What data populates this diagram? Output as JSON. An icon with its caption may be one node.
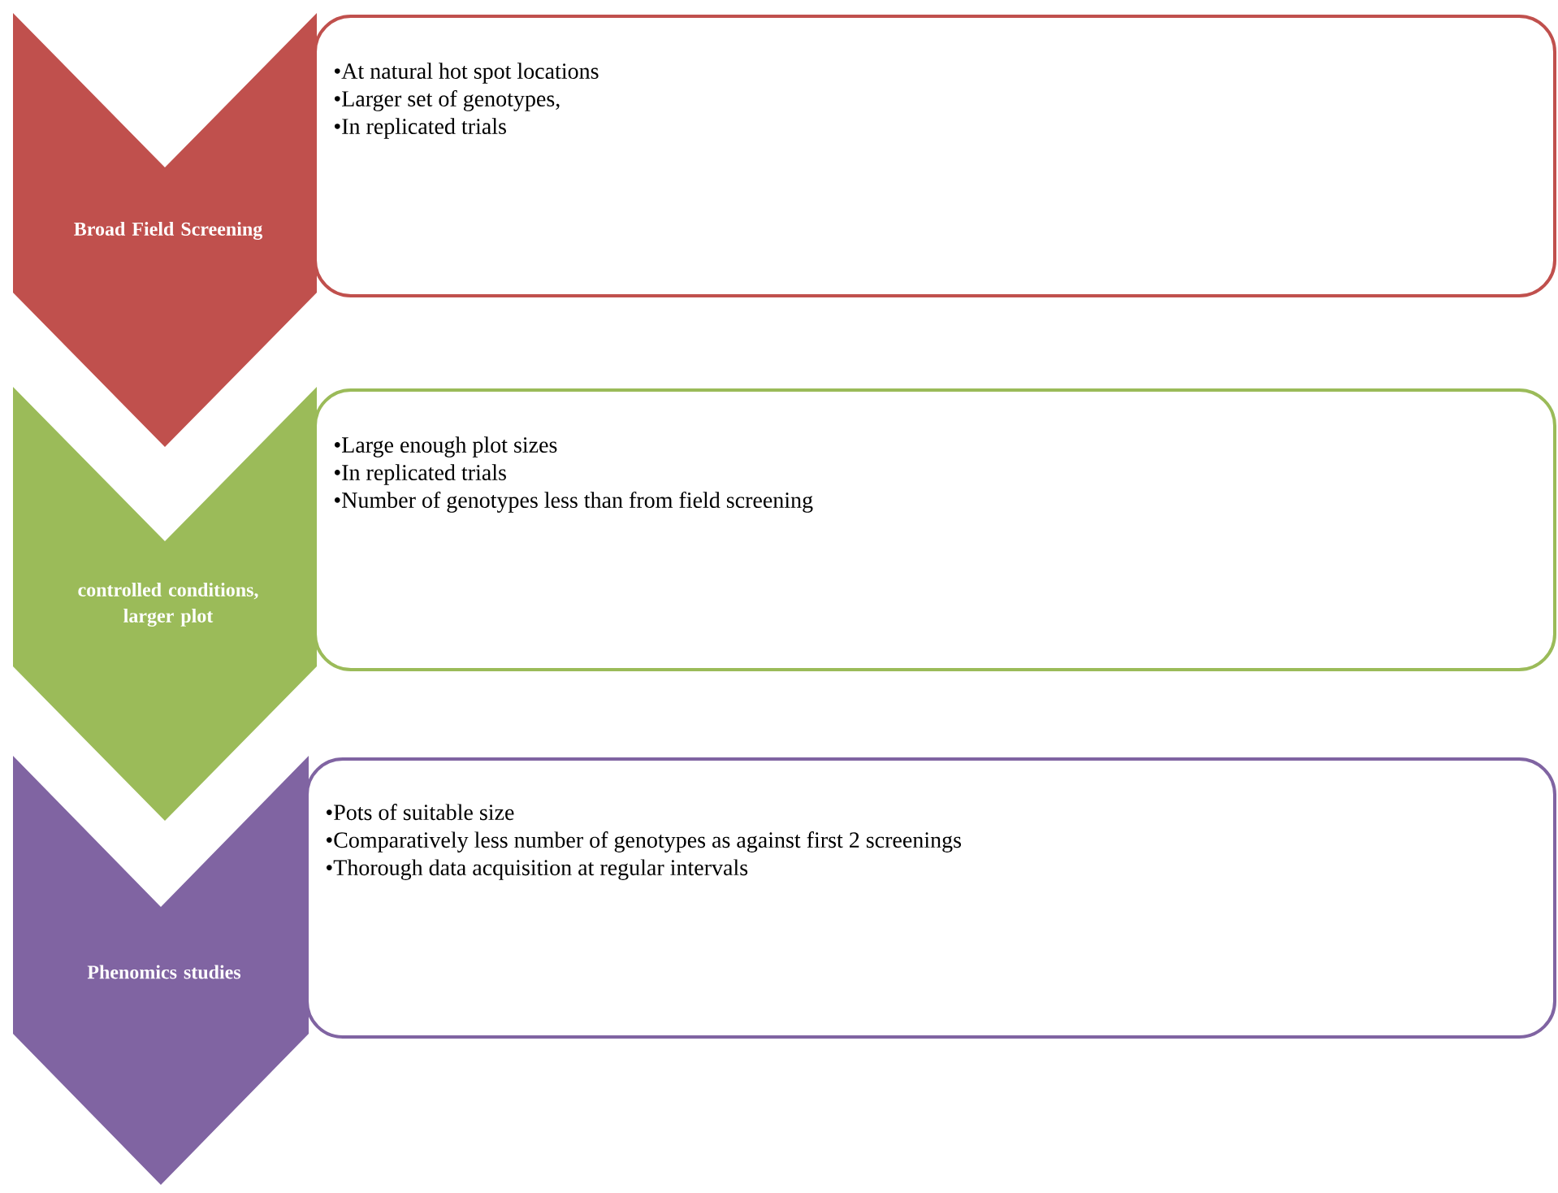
{
  "diagram": {
    "nodes": [
      {
        "text": [
          "Broad Field Screening"
        ]
      },
      {
        "text": [
          "•At natural hot spot locations",
          "•Larger set of genotypes,",
          "•In replicated trials"
        ]
      },
      {
        "text": [
          "controlled conditions, larger plot"
        ]
      },
      {
        "text": [
          "•Large enough plot sizes",
          "•In replicated trials",
          "•Number of genotypes less than from field screening"
        ]
      },
      {
        "text": [
          "Phenomics studies"
        ]
      },
      {
        "text": [
          "•Pots of suitable size",
          "•Comparatively less number of genotypes as against first 2 screenings",
          "•Thorough data acquisition at regular intervals"
        ]
      }
    ]
  }
}
